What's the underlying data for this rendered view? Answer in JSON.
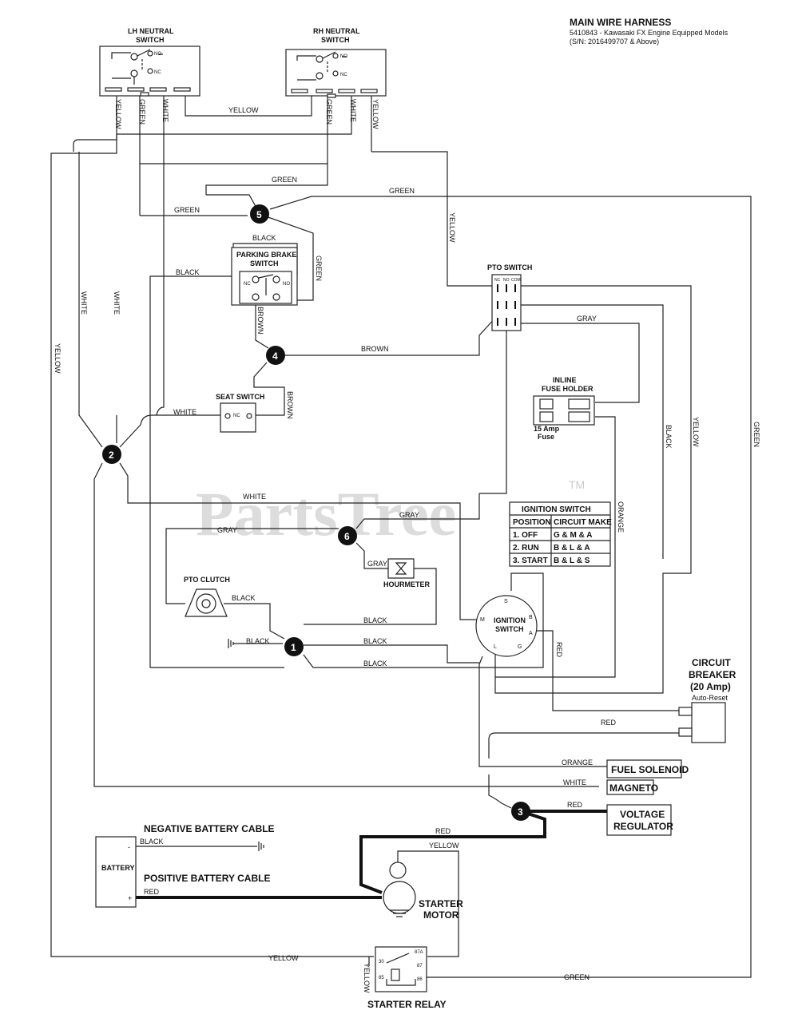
{
  "header": {
    "title": "MAIN WIRE HARNESS",
    "line1": "5410843 - Kawasaki FX Engine Equipped Models",
    "line2": "(S/N: 2016499707 & Above)"
  },
  "watermark": {
    "text": "PartsTree",
    "tm": "TM"
  },
  "components": {
    "lh_neutral_1": "LH NEUTRAL",
    "lh_neutral_2": "SWITCH",
    "rh_neutral_1": "RH NEUTRAL",
    "rh_neutral_2": "SWITCH",
    "parking_brake_1": "PARKING BRAKE",
    "parking_brake_2": "SWITCH",
    "pto_switch": "PTO SWITCH",
    "seat_switch": "SEAT SWITCH",
    "inline_fuse_1": "INLINE",
    "inline_fuse_2": "FUSE HOLDER",
    "fuse_1": "15 Amp",
    "fuse_2": "Fuse",
    "pto_clutch": "PTO CLUTCH",
    "hourmeter": "HOURMETER",
    "ignition_1": "IGNITION",
    "ignition_2": "SWITCH",
    "breaker_1": "CIRCUIT",
    "breaker_2": "BREAKER",
    "breaker_3": "(20 Amp)",
    "breaker_4": "Auto-Reset",
    "fuel_solenoid": "FUEL SOLENOID",
    "magneto": "MAGNETO",
    "voltage_1": "VOLTAGE",
    "voltage_2": "REGULATOR",
    "neg_cable": "NEGATIVE BATTERY CABLE",
    "pos_cable": "POSITIVE BATTERY CABLE",
    "battery": "BATTERY",
    "starter_1": "STARTER",
    "starter_2": "MOTOR",
    "starter_relay": "STARTER RELAY"
  },
  "terminals": {
    "no": "NO",
    "nc": "NC",
    "com": "COM",
    "ign_s": "S",
    "ign_m": "M",
    "ign_b": "B",
    "ign_a": "A",
    "ign_l": "L",
    "ign_g": "G",
    "bat_neg": "-",
    "bat_pos": "+",
    "r30": "30",
    "r87a": "87A",
    "r87": "87",
    "r85": "85",
    "r86": "86"
  },
  "wires": {
    "yellow": "YELLOW",
    "green": "GREEN",
    "white": "WHITE",
    "black": "BLACK",
    "brown": "BROWN",
    "gray": "GRAY",
    "orange": "ORANGE",
    "red": "RED"
  },
  "nodes": [
    "1",
    "2",
    "3",
    "4",
    "5",
    "6"
  ],
  "ignition_table": {
    "title": "IGNITION SWITCH",
    "headers": [
      "POSITION",
      "CIRCUIT MAKE"
    ],
    "rows": [
      [
        "1. OFF",
        "G & M & A"
      ],
      [
        "2. RUN",
        "B & L & A"
      ],
      [
        "3. START",
        "B & L & S"
      ]
    ]
  }
}
